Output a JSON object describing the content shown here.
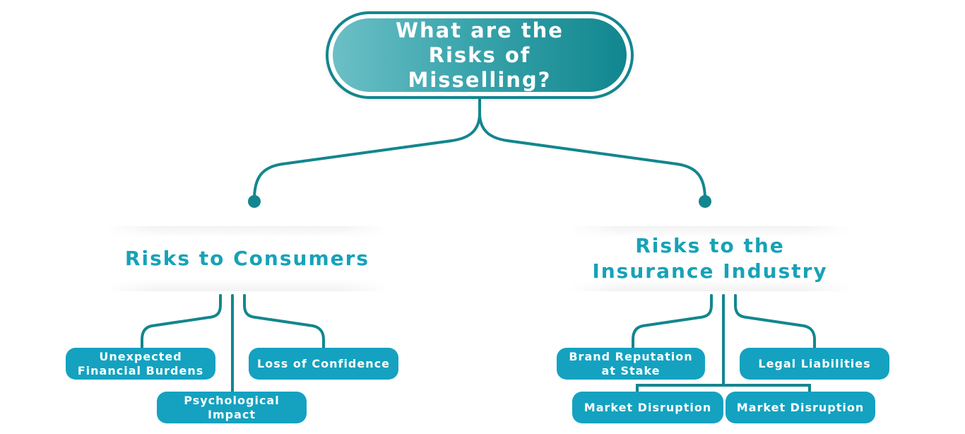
{
  "root": {
    "title": "What are the Risks of Misselling?"
  },
  "categories": [
    {
      "title": "Risks to Consumers",
      "items": [
        "Unexpected Financial Burdens",
        "Psychological Impact",
        "Loss of Confidence"
      ]
    },
    {
      "title": "Risks to the Insurance Industry",
      "items": [
        "Brand Reputation at Stake",
        "Legal Liabilities",
        "Market Disruption",
        "Market Disruption"
      ]
    }
  ],
  "colors": {
    "primary": "#17a2b8",
    "leaf_fill": "#14a2c0",
    "connector": "#13868f",
    "root_gradient_start": "#6cbfc6",
    "root_gradient_end": "#11868e",
    "text_light": "#ffffff"
  }
}
